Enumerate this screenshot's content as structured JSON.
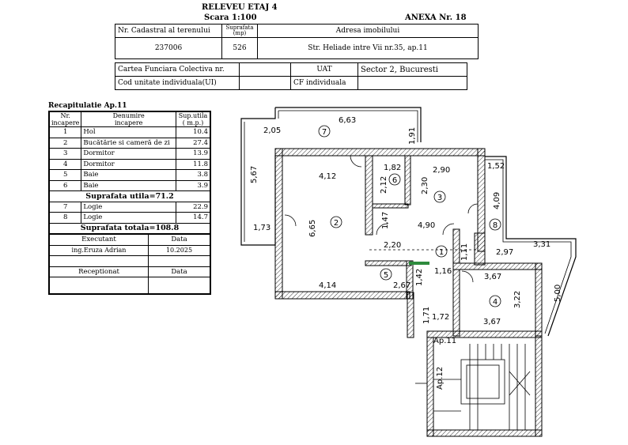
{
  "header": {
    "title": "RELEVEU ETAJ 4",
    "scale": "Scara 1:100",
    "annex": "ANEXA Nr. 18"
  },
  "cadastral": {
    "col1": "Nr. Cadastral al terenului",
    "col2_line1": "Suprafata",
    "col2_line2": "(mp)",
    "col3": "Adresa imobilului",
    "nr_cadastral": "237006",
    "suprafata": "526",
    "adresa": "Str. Heliade intre Vii nr.35, ap.11"
  },
  "carte": {
    "carte_funciara": "Cartea Funciara Colectiva nr.",
    "uat_label": "UAT",
    "uat_value": "Sector 2, Bucuresti",
    "cod_unitate": "Cod unitate individuala(UI)",
    "cf_individuala": "CF individuala"
  },
  "recap": {
    "title": "Recapitulatie Ap.11",
    "h_nr1": "Nr.",
    "h_nr2": "incapere",
    "h_den1": "Denumire",
    "h_den2": "incapere",
    "h_sup1": "Sup.utila",
    "h_sup2": "( m.p.)",
    "rooms": [
      {
        "nr": "1",
        "name": "Hol",
        "area": "10.4"
      },
      {
        "nr": "2",
        "name": "Bucătărie si cameră de zi",
        "area": "27.4"
      },
      {
        "nr": "3",
        "name": "Dormitor",
        "area": "13.9"
      },
      {
        "nr": "4",
        "name": "Dormitor",
        "area": "11.8"
      },
      {
        "nr": "5",
        "name": "Baie",
        "area": "3.8"
      },
      {
        "nr": "6",
        "name": "Baie",
        "area": "3.9"
      }
    ],
    "sup_utila": "Suprafata utila=71.2",
    "logii": [
      {
        "nr": "7",
        "name": "Logie",
        "area": "22.9"
      },
      {
        "nr": "8",
        "name": "Logie",
        "area": "14.7"
      }
    ],
    "sup_totala": "Suprafata totala=108.8",
    "executant": "Executant",
    "data": "Data",
    "executant_name": "ing.Eruza Adrian",
    "executant_date": "10.2025",
    "receptionat": "Receptionat",
    "data2": "Data"
  },
  "plan": {
    "dims": [
      "6,63",
      "2,05",
      "5,67",
      "1,91",
      "1,73",
      "4,12",
      "6,65",
      "4,14",
      "1,82",
      "2,12",
      "2,90",
      "2,30",
      "1,52",
      "4,09",
      "1,47",
      "4,90",
      "3,31",
      "2,97",
      "2,20",
      "1,11",
      "1,16",
      "3,67",
      "3,22",
      "5,00",
      "2,67",
      "1,42",
      "1,71",
      "1,72",
      "3,67"
    ],
    "rooms": [
      "7",
      "2",
      "6",
      "3",
      "8",
      "1",
      "5",
      "4"
    ],
    "ap11": "Ap.11",
    "ap12": "Ap.12"
  }
}
